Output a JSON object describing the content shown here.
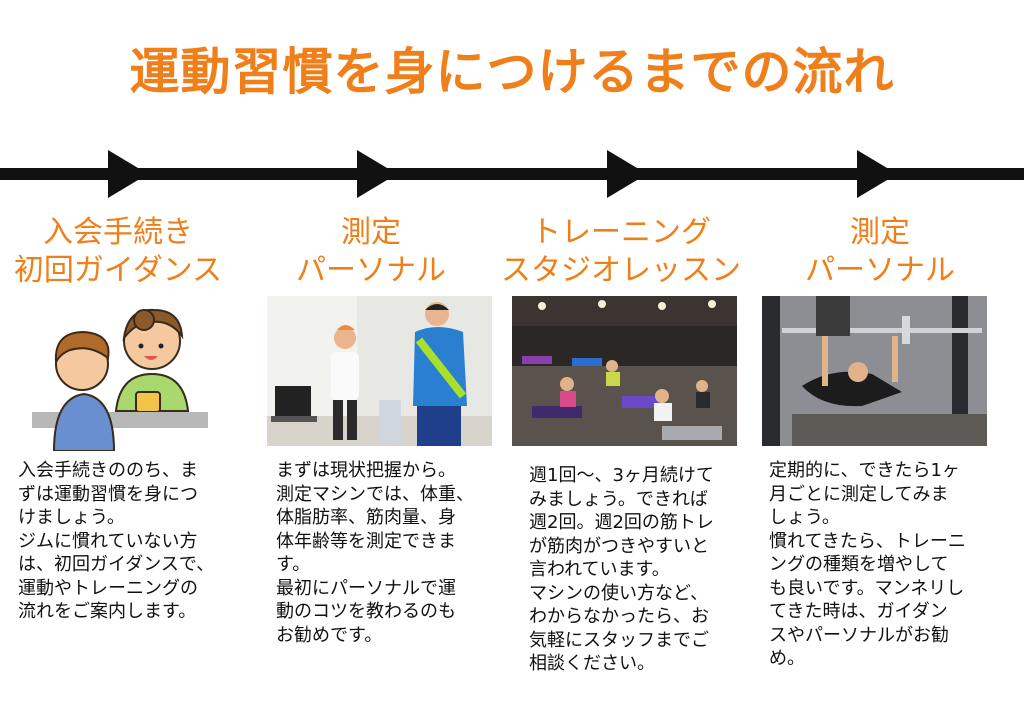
{
  "page": {
    "title": "運動習慣を身につけるまでの流れ",
    "accent_color": "#ef7f1a"
  },
  "steps": [
    {
      "title_line1": "入会手続き",
      "title_line2": "初回ガイダンス",
      "image": "reception-illustration",
      "description": "入会手続きののち、ま\nずは運動習慣を身につ\nけましょう。\nジムに慣れていない方\nは、初回ガイダンスで、\n運動やトレーニングの\n流れをご案内します。"
    },
    {
      "title_line1": "測定",
      "title_line2": "パーソナル",
      "image": "body-measurement-photo",
      "description": "まずは現状把握から。\n測定マシンでは、体重、\n体脂肪率、筋肉量、身\n体年齢等を測定できま\nす。\n最初にパーソナルで運\n動のコツを教わるのも\nお勧めです。"
    },
    {
      "title_line1": "トレーニング",
      "title_line2": "スタジオレッスン",
      "image": "studio-lesson-photo",
      "description": "週1回〜、3ヶ月続けて\nみましょう。できれば\n週2回。週2回の筋トレ\nが筋肉がつきやすいと\n言われています。\nマシンの使い方など、\nわからなかったら、お\n気軽にスタッフまでご\n相談ください。"
    },
    {
      "title_line1": "測定",
      "title_line2": "パーソナル",
      "image": "bench-press-photo",
      "description": "定期的に、できたら1ヶ\n月ごとに測定してみま\nしょう。\n慣れてきたら、トレーニ\nングの種類を増やして\nも良いです。マンネリし\nてきた時は、ガイダン\nスやパーソナルがお勧\nめ。"
    }
  ]
}
